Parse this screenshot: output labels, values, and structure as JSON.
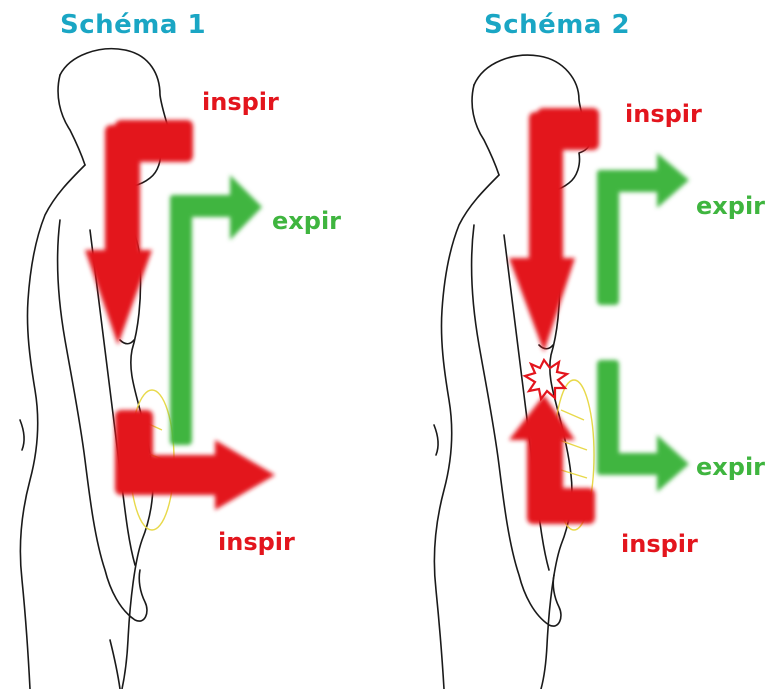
{
  "colors": {
    "title": "#1aa6c4",
    "inspir": "#e3151d",
    "expir": "#3fb53f",
    "outline": "#1a1a1a",
    "hatch": "#e8d94a"
  },
  "schemas": [
    {
      "title": "Schéma 1",
      "labels": {
        "inspir_top": "inspir",
        "expir": "expir",
        "inspir_bottom": "inspir"
      }
    },
    {
      "title": "Schéma 2",
      "labels": {
        "inspir_top": "inspir",
        "expir_top": "expir",
        "expir_bottom": "expir",
        "inspir_bottom": "inspir"
      }
    }
  ]
}
